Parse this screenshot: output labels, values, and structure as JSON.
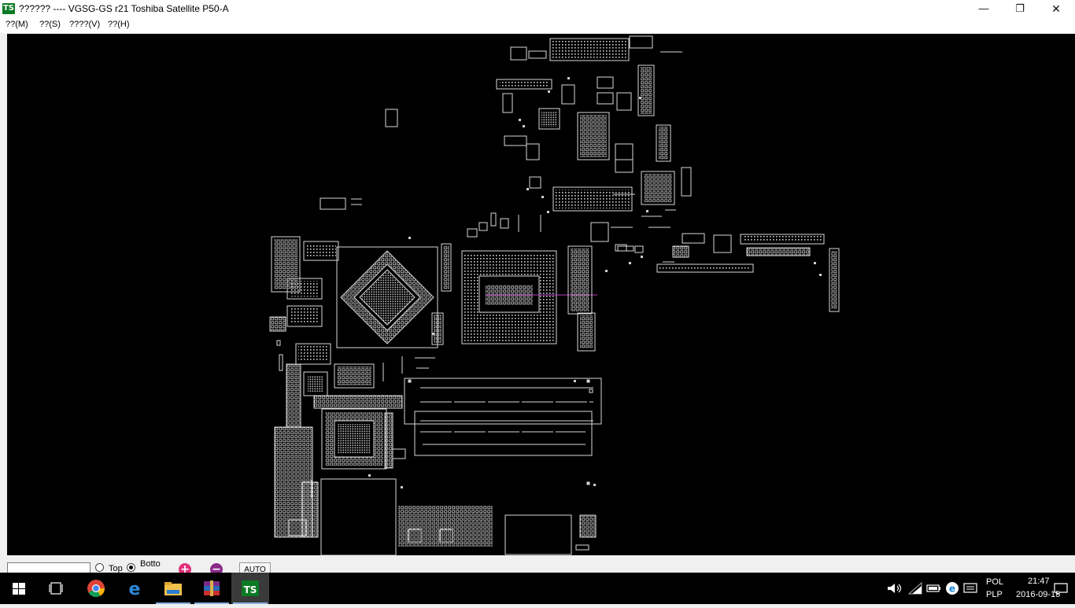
{
  "window": {
    "app_icon_text": "TS",
    "title": "?????? ---- VGSG-GS r21 Toshiba Satellite P50-A",
    "minimize_glyph": "—",
    "maximize_glyph": "❐",
    "close_glyph": "✕"
  },
  "menu": {
    "items": [
      {
        "label": "??(M)"
      },
      {
        "label": "??(S)"
      },
      {
        "label": "????(V)"
      },
      {
        "label": "??(H)"
      }
    ]
  },
  "bottom_bar": {
    "search_value": "",
    "side_top_label": "Top",
    "side_bottom_label": "Botto",
    "selected_side": "bottom",
    "zoom_in_glyph": "+",
    "zoom_out_glyph": "−",
    "auto_label": "AUTO"
  },
  "taskbar": {
    "icons": [
      "start-icon",
      "task-view-icon",
      "chrome-icon",
      "edge-icon",
      "file-explorer-icon",
      "winrar-icon",
      "boardviewer-icon"
    ],
    "language_line1": "POL",
    "language_line2": "PLP",
    "time": "21:47",
    "date": "2016-09-15"
  },
  "colors": {
    "canvas_bg": "#000000",
    "pcb_outline": "#d8d8d8",
    "net_highlight": "#c040c0",
    "app_icon": "#0a7a24",
    "zoom_in": "#e0307a",
    "zoom_out": "#8a2a8a",
    "taskbar_active": "#3a3a3a"
  }
}
